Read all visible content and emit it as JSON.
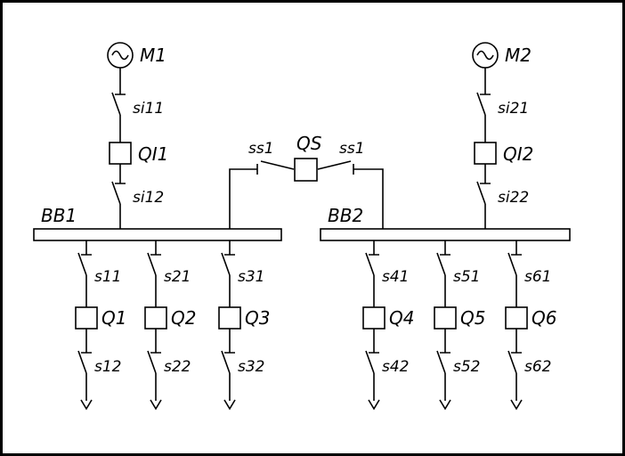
{
  "diagram": {
    "colors": {
      "line": "#000000",
      "background": "#ffffff"
    },
    "sources": {
      "m1": "M1",
      "m2": "M2"
    },
    "busbars": {
      "bb1": "BB1",
      "bb2": "BB2"
    },
    "incomer1": {
      "switch_top": "si11",
      "breaker": "QI1",
      "switch_bottom": "si12"
    },
    "incomer2": {
      "switch_top": "si21",
      "breaker": "QI2",
      "switch_bottom": "si22"
    },
    "coupler": {
      "switch_left": "ss1",
      "breaker": "QS",
      "switch_right": "ss1"
    },
    "feeders": [
      {
        "switch_top": "s11",
        "breaker": "Q1",
        "switch_bottom": "s12"
      },
      {
        "switch_top": "s21",
        "breaker": "Q2",
        "switch_bottom": "s22"
      },
      {
        "switch_top": "s31",
        "breaker": "Q3",
        "switch_bottom": "s32"
      },
      {
        "switch_top": "s41",
        "breaker": "Q4",
        "switch_bottom": "s42"
      },
      {
        "switch_top": "s51",
        "breaker": "Q5",
        "switch_bottom": "s52"
      },
      {
        "switch_top": "s61",
        "breaker": "Q6",
        "switch_bottom": "s62"
      }
    ]
  }
}
